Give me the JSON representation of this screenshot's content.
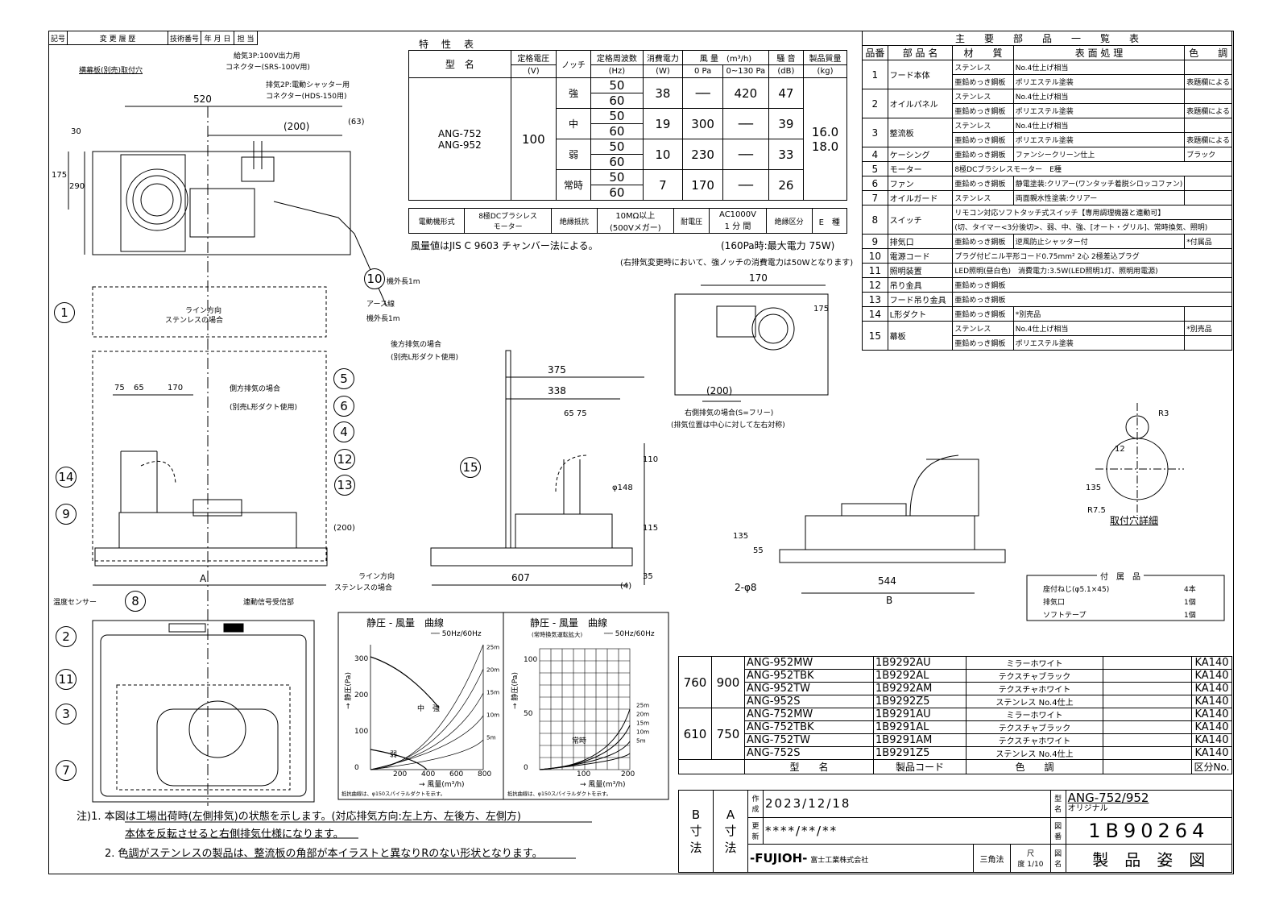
{
  "revision_header": {
    "cols": [
      "記号",
      "変 更 履 歴",
      "技術番号",
      "年 月 日",
      "担 当"
    ]
  },
  "spec_table": {
    "title": "特　性　表",
    "headers": {
      "model": "型　名",
      "voltage": "定格電圧",
      "voltage_unit": "(V)",
      "notch": "ノッチ",
      "freq": "定格周波数",
      "freq_unit": "(Hz)",
      "power": "消費電力",
      "power_unit": "(W)",
      "airflow": "風 量　(m³/h)",
      "airflow_0": "0 Pa",
      "airflow_130": "0~130 Pa",
      "noise": "騒 音",
      "noise_unit": "(dB)",
      "mass": "製品質量",
      "mass_unit": "(kg)"
    },
    "models": "ANG-752\nANG-952",
    "voltage": "100",
    "mass": "16.0\n18.0",
    "rows": [
      {
        "notch": "強",
        "f1": "50",
        "f2": "60",
        "power": "38",
        "a0": "──",
        "a130": "420",
        "noise": "47"
      },
      {
        "notch": "中",
        "f1": "50",
        "f2": "60",
        "power": "19",
        "a0": "300",
        "a130": "──",
        "noise": "39"
      },
      {
        "notch": "弱",
        "f1": "50",
        "f2": "60",
        "power": "10",
        "a0": "230",
        "a130": "──",
        "noise": "33"
      },
      {
        "notch": "常時",
        "f1": "50",
        "f2": "60",
        "power": "7",
        "a0": "170",
        "a130": "──",
        "noise": "26"
      }
    ],
    "bottom": {
      "motor_label": "電動機形式",
      "motor": "8極DCブラシレス\nモーター",
      "insul_label": "絶縁抵抗",
      "insul": "10MΩ以上\n(500Vメガー)",
      "withstand_label": "耐電圧",
      "withstand": "AC1000V\n1 分 間",
      "class_label": "絶縁区分",
      "class": "E　種"
    },
    "note1": "風量値はJIS C 9603 チャンバー法による。",
    "note2": "(160Pa時:最大電力 75W)",
    "note3": "(右排気変更時において、強ノッチの消費電力は50Wとなります)"
  },
  "parts_table": {
    "title": "主　　要　　部　　品　　一　　覧　　表",
    "headers": [
      "品番",
      "部 品 名",
      "材　　質",
      "表 面 処 理",
      "色　　調"
    ],
    "rows": [
      {
        "no": "1",
        "name": "フード本体",
        "sub": [
          [
            "ステンレス",
            "No.4仕上げ相当",
            ""
          ],
          [
            "亜鉛めっき鋼板",
            "ポリエステル塗装",
            "表題欄による"
          ]
        ]
      },
      {
        "no": "2",
        "name": "オイルパネル",
        "sub": [
          [
            "ステンレス",
            "No.4仕上げ相当",
            ""
          ],
          [
            "亜鉛めっき鋼板",
            "ポリエステル塗装",
            "表題欄による"
          ]
        ]
      },
      {
        "no": "3",
        "name": "整流板",
        "sub": [
          [
            "ステンレス",
            "No.4仕上げ相当",
            ""
          ],
          [
            "亜鉛めっき鋼板",
            "ポリエステル塗装",
            "表題欄による"
          ]
        ]
      },
      {
        "no": "4",
        "name": "ケーシング",
        "sub": [
          [
            "亜鉛めっき鋼板",
            "ファンシークリーン仕上",
            "ブラック"
          ]
        ]
      },
      {
        "no": "5",
        "name": "モーター",
        "sub": [
          [
            "8極DCブラシレスモーター　E種",
            "",
            ""
          ]
        ]
      },
      {
        "no": "6",
        "name": "ファン",
        "sub": [
          [
            "亜鉛めっき鋼板",
            "静電塗装:クリアー(ワンタッチ着脱シロッコファン)",
            ""
          ]
        ]
      },
      {
        "no": "7",
        "name": "オイルガード",
        "sub": [
          [
            "ステンレス",
            "両面親水性塗装:クリアー",
            ""
          ]
        ]
      },
      {
        "no": "8",
        "name": "スイッチ",
        "sub": [
          [
            "リモコン対応ソフトタッチ式スイッチ【専用調理機器と連動可】",
            "",
            " "
          ],
          [
            "(切、タイマー<3分後切>、弱、中、強、[オート・グリル]、常時換気、照明)",
            "",
            ""
          ]
        ]
      },
      {
        "no": "9",
        "name": "排気口",
        "sub": [
          [
            "亜鉛めっき鋼板",
            "逆風防止シャッター付",
            "*付属品"
          ]
        ]
      },
      {
        "no": "10",
        "name": "電源コード",
        "sub": [
          [
            "プラグ付ビニル平形コード0.75mm² 2心 2極差込プラグ",
            "",
            ""
          ]
        ]
      },
      {
        "no": "11",
        "name": "照明装置",
        "sub": [
          [
            "LED照明(昼白色)　消費電力:3.5W(LED照明1灯、照明用電源)",
            "",
            ""
          ]
        ]
      },
      {
        "no": "12",
        "name": "吊り金具",
        "sub": [
          [
            "亜鉛めっき鋼板",
            "",
            ""
          ]
        ]
      },
      {
        "no": "13",
        "name": "フード吊り金具",
        "sub": [
          [
            "亜鉛めっき鋼板",
            "",
            ""
          ]
        ]
      },
      {
        "no": "14",
        "name": "L形ダクト",
        "sub": [
          [
            "亜鉛めっき鋼板",
            "*別売品",
            ""
          ]
        ]
      },
      {
        "no": "15",
        "name": "幕板",
        "sub": [
          [
            "ステンレス",
            "No.4仕上げ相当",
            "*別売品"
          ],
          [
            "亜鉛めっき鋼板",
            "ポリエステル塗装",
            ""
          ]
        ]
      }
    ]
  },
  "labels": {
    "kyuki": "給気3P:100V出力用",
    "kyuki_conn": "コネクター(SRS-100V用)",
    "haiki": "排気2P:電動シャッター用",
    "haiki_conn": "コネクター(HDS-150用)",
    "yokomaku": "横幕板(別売)取付穴",
    "kigai1": "機外長1m",
    "earth": "アース線",
    "earth_len": "機外長1m",
    "line_dir": "ライン方向",
    "line_dir2": "ステンレスの場合",
    "side_exhaust": "側方排気の場合",
    "side_exhaust2": "(別売L形ダクト使用)",
    "rear_exhaust": "後方排気の場合",
    "rear_exhaust2": "(別売L形ダクト使用)",
    "right_exhaust": "右側排気の場合(S=フリー)",
    "right_exhaust2": "(排気位置は中心に対して左右対称)",
    "temp_sensor": "温度センサー",
    "linked_signal": "連動信号受信部",
    "mount_detail": "取付穴詳細",
    "dim_A": "A",
    "dim_B": "B"
  },
  "dims": {
    "d520": "520",
    "d200": "(200)",
    "d63": "(63)",
    "d30": "30",
    "d175": "175",
    "d290": "290",
    "d75": "75",
    "d65": "65",
    "d170": "170",
    "d375": "375",
    "d338": "338",
    "d6575": "65 75",
    "d110": "110",
    "d148": "φ148",
    "d115": "115",
    "d35": "35",
    "d4": "(4)",
    "d607": "607",
    "d200b": "(200)",
    "d170r": "170",
    "d175r": "175",
    "d200r": "(200)",
    "d135": "135",
    "d55": "55",
    "d544": "544",
    "d8": "2-φ8",
    "dR3": "R3",
    "d12": "12",
    "d135b": "135",
    "dR75": "R7.5"
  },
  "curve1": {
    "title": "静圧 - 風量　曲線",
    "legend": "── 50Hz/60Hz",
    "ylabel": "→ 静圧(Pa)",
    "xlabel": "→ 風量(m³/h)",
    "yticks": [
      "0",
      "100",
      "200",
      "300"
    ],
    "xticks": [
      "200",
      "400",
      "600",
      "800"
    ],
    "duct": [
      "25m",
      "20m",
      "15m",
      "10m",
      "5m"
    ],
    "notches": [
      "弱",
      "中",
      "強"
    ],
    "footnote": "抵抗曲線は、φ150スパイラルダクトを示す。"
  },
  "curve2": {
    "title": "静圧 - 風量　曲線",
    "subtitle": "(常時換気運転拡大)",
    "legend": "── 50Hz/60Hz",
    "ylabel": "→ 静圧(Pa)",
    "xlabel": "→ 風量(m³/h)",
    "yticks": [
      "0",
      "50",
      "100"
    ],
    "xticks": [
      "100",
      "200"
    ],
    "duct": [
      "25m",
      "20m",
      "15m",
      "10m",
      "5m"
    ],
    "notch": "常時",
    "footnote": "抵抗曲線は、φ150スパイラルダクトを示す。"
  },
  "accessories": {
    "title": "付　属　品",
    "items": [
      [
        "座付ねじ(φ5.1×45)",
        "4本"
      ],
      [
        "排気口",
        "1個"
      ],
      [
        "ソフトテープ",
        "1個"
      ]
    ]
  },
  "model_list": {
    "groups": [
      {
        "B": "760",
        "A": "900",
        "rows": [
          [
            "ANG-952MW",
            "1B9292AU",
            "ミラーホワイト",
            "KA140"
          ],
          [
            "ANG-952TBK",
            "1B9292AL",
            "テクスチャブラック",
            "KA140"
          ],
          [
            "ANG-952TW",
            "1B9292AM",
            "テクスチャホワイト",
            "KA140"
          ],
          [
            "ANG-952S",
            "1B9292Z5",
            "ステンレス No.4仕上",
            "KA140"
          ]
        ]
      },
      {
        "B": "610",
        "A": "750",
        "rows": [
          [
            "ANG-752MW",
            "1B9291AU",
            "ミラーホワイト",
            "KA140"
          ],
          [
            "ANG-752TBK",
            "1B9291AL",
            "テクスチャブラック",
            "KA140"
          ],
          [
            "ANG-752TW",
            "1B9291AM",
            "テクスチャホワイト",
            "KA140"
          ],
          [
            "ANG-752S",
            "1B9291Z5",
            "ステンレス No.4仕上",
            "KA140"
          ]
        ]
      }
    ],
    "footer": [
      "型　　名",
      "製品コード",
      "色　　調",
      "区分No."
    ]
  },
  "title_block": {
    "B_label": "B\n寸\n法",
    "A_label": "A\n寸\n法",
    "create_label": "作\n成",
    "create_date": "2023/12/18",
    "update_label": "更\n新",
    "update_date": "****/**/**",
    "type_label": "型\n名",
    "model": "ANG-752/952",
    "original": "オリジナル",
    "drawing_no_label": "図\n番",
    "drawing_no": "1B90264",
    "drawing_name_label": "図\n名",
    "drawing_name": "製　品　姿　図",
    "company": "-FUJIOH-",
    "company_jp": "富士工業株式会社",
    "projection": "三角法",
    "scale_label": "尺\n度",
    "scale": "1/10"
  },
  "notes": [
    "注)1. 本図は工場出荷時(左側排気)の状態を示します。(対応排気方向:左上方、左後方、左側方)",
    "本体を反転させると右側排気仕様になります。",
    "2. 色調がステンレスの製品は、整流板の角部が本イラストと異なりRのない形状となります。"
  ],
  "callouts": [
    "1",
    "2",
    "3",
    "4",
    "5",
    "6",
    "7",
    "8",
    "9",
    "10",
    "11",
    "12",
    "13",
    "14",
    "15"
  ]
}
